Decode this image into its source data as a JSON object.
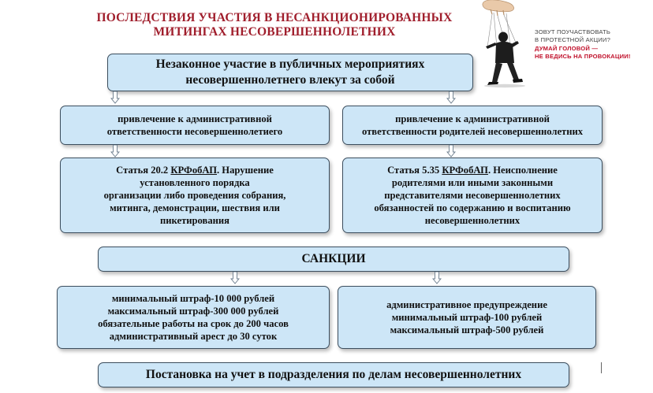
{
  "title": {
    "line1": "ПОСЛЕДСТВИЯ УЧАСТИЯ В НЕСАНКЦИОНИРОВАННЫХ",
    "line2": "МИТИНГАХ НЕСОВЕРШЕННОЛЕТНИХ"
  },
  "aside": {
    "question_line1": "ЗОВУТ ПОУЧАСТВОВАТЬ",
    "question_line2": "В ПРОТЕСТНОЙ АКЦИИ?",
    "warning_line1": "ДУМАЙ ГОЛОВОЙ —",
    "warning_line2": "НЕ ВЕДИСЬ НА ПРОВОКАЦИИ!",
    "figure_icon": "puppet-figure-icon"
  },
  "top_box": {
    "line1": "Незаконное участие в публичных мероприятиях",
    "line2": "несовершеннолетнего влекут за собой"
  },
  "left_branch": {
    "liability_line1": "привлечение к административной",
    "liability_line2": "ответственности несовершеннолетиего",
    "article_prefix": "Статья 20.2 ",
    "article_code": "КРФобАП",
    "article_line1_rest": ". Нарушение",
    "article_line2": "установленного порядка",
    "article_line3": "организации либо проведения собрания,",
    "article_line4": "митинга, демонстрации, шествия или",
    "article_line5": "пикетирования"
  },
  "right_branch": {
    "liability_line1": "привлечение к административной",
    "liability_line2": "ответственности родителей несовершеннолетних",
    "article_prefix": "Статья 5.35 ",
    "article_code": "КРФобАП",
    "article_line1_rest": ". Неисполнение",
    "article_line2": "родителями или иными законными",
    "article_line3": "представителями несовершеннолетних",
    "article_line4": "обязанностей по содержанию и воспитанию",
    "article_line5": "несовершеннолетних"
  },
  "sanctions": {
    "label": "САНКЦИИ",
    "left_line1": "минимальный штраф-10 000 рублей",
    "left_line2": "максимальный штраф-300 000 рублей",
    "left_line3": "обязательные работы на срок до 200 часов",
    "left_line4": "административный арест до 30 суток",
    "right_line1": "административное предупреждение",
    "right_line2": "минимальный штраф-100 рублей",
    "right_line3": "максимальный штраф-500 рублей"
  },
  "bottom_box": {
    "label": "Постановка на учет в подразделения по делам несовершеннолетних"
  },
  "colors": {
    "box_fill": "#cde6f7",
    "box_border": "#3c4e5e",
    "title": "#a01e2c",
    "warning": "#c0102a"
  }
}
